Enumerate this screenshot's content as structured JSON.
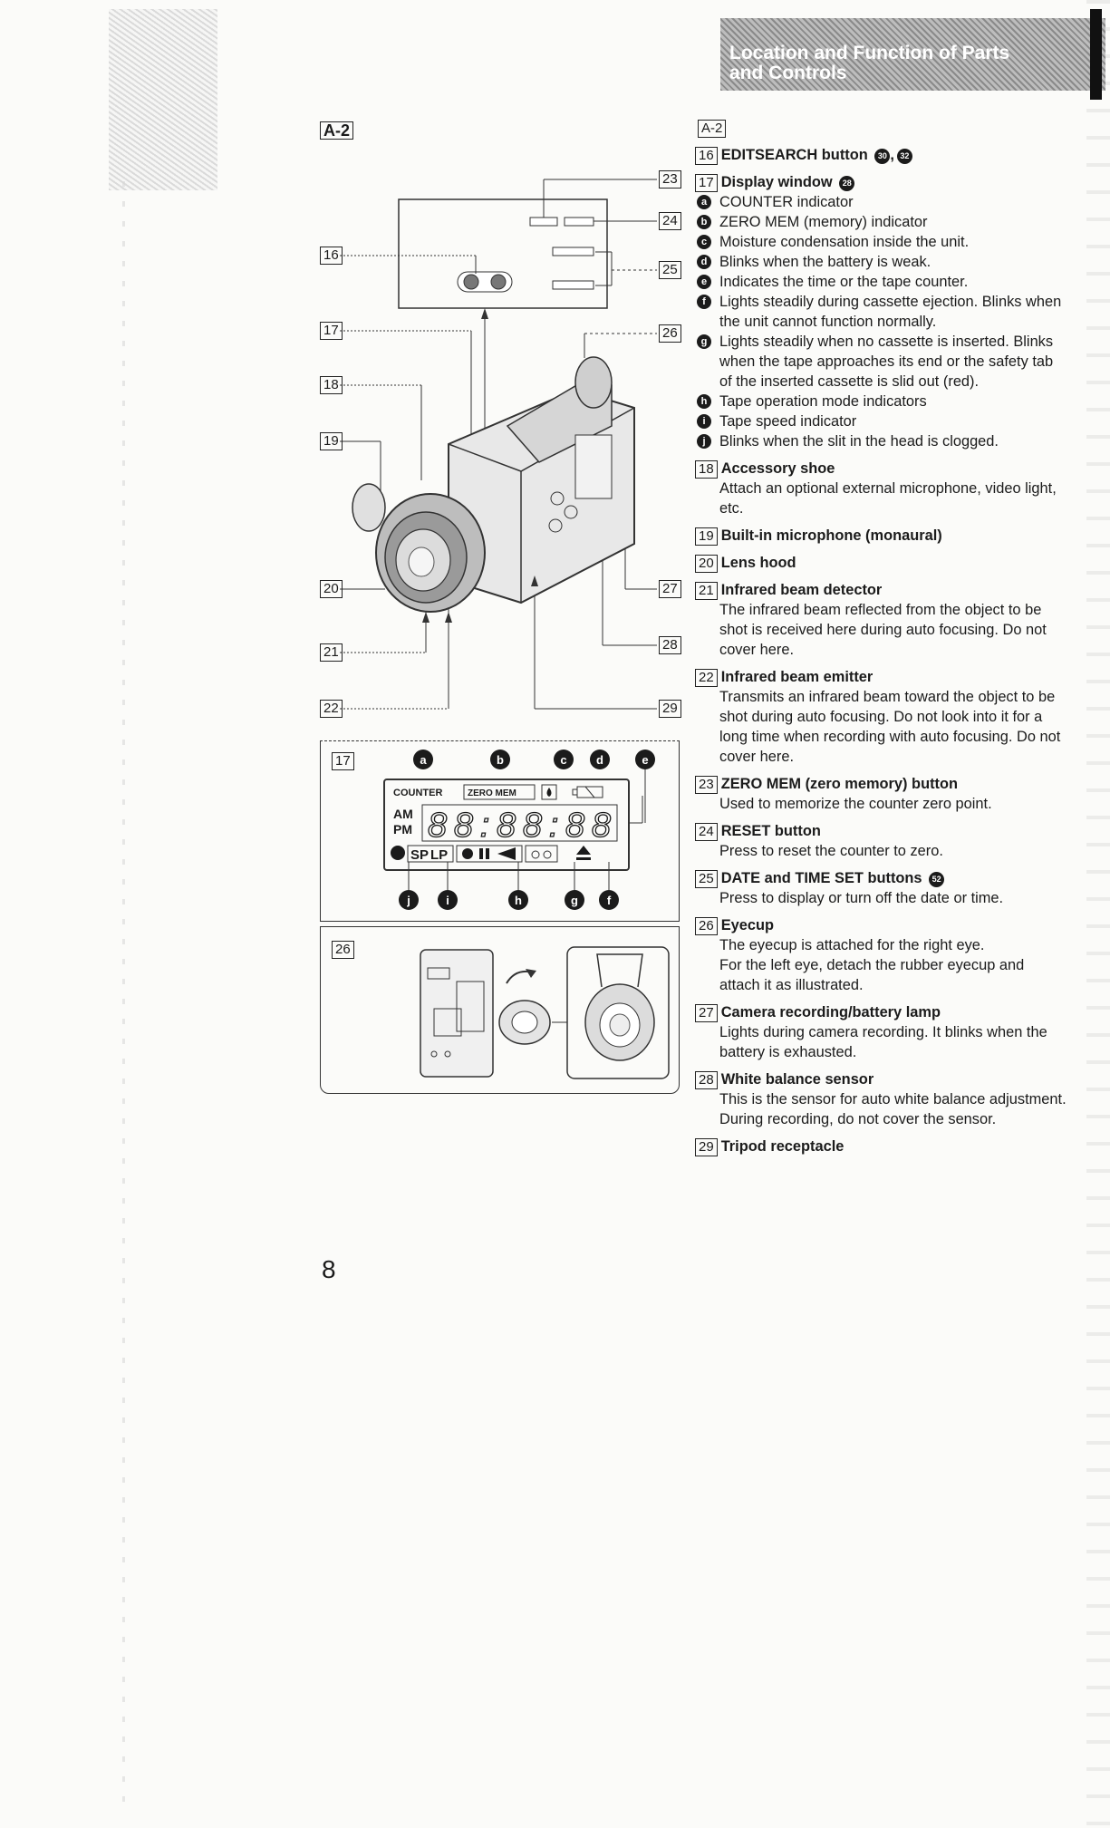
{
  "header": {
    "title": "Location and Function of Parts and Controls"
  },
  "figure": {
    "label": "A-2",
    "callouts_left": [
      "16",
      "17",
      "18",
      "19",
      "20",
      "21",
      "22"
    ],
    "callouts_right": [
      "23",
      "24",
      "25",
      "26",
      "27",
      "28",
      "29"
    ],
    "display_panel": {
      "label": "17",
      "markers_top": [
        "a",
        "b",
        "c",
        "d",
        "e"
      ],
      "markers_bottom": [
        "j",
        "i",
        "h",
        "g",
        "f"
      ],
      "counter_text": "COUNTER",
      "zero_mem_text": "ZERO MEM",
      "am_text": "AM",
      "pm_text": "PM",
      "digits": "88:88:88",
      "sp_text": "SP",
      "lp_text": "LP"
    },
    "eyecup_panel": {
      "label": "26"
    }
  },
  "right_column": {
    "label": "A-2",
    "entries": [
      {
        "num": "16",
        "title": "EDITSEARCH button",
        "refs": [
          "30",
          "32"
        ],
        "lines": []
      },
      {
        "num": "17",
        "title": "Display window",
        "refs": [
          "28"
        ],
        "lines": [],
        "subitems": [
          {
            "mark": "a",
            "text": "COUNTER indicator"
          },
          {
            "mark": "b",
            "text": "ZERO MEM (memory) indicator"
          },
          {
            "mark": "c",
            "text": "Moisture condensation inside the unit."
          },
          {
            "mark": "d",
            "text": "Blinks when the battery is weak."
          },
          {
            "mark": "e",
            "text": "Indicates the time or the tape counter."
          },
          {
            "mark": "f",
            "text": "Lights steadily during cassette ejection. Blinks when the unit cannot function normally."
          },
          {
            "mark": "g",
            "text": "Lights steadily when no cassette is inserted. Blinks when the tape approaches its end or the safety tab of the inserted cassette is slid out (red)."
          },
          {
            "mark": "h",
            "text": "Tape operation mode indicators"
          },
          {
            "mark": "i",
            "text": "Tape speed indicator"
          },
          {
            "mark": "j",
            "text": "Blinks when the slit in the head is clogged."
          }
        ]
      },
      {
        "num": "18",
        "title": "Accessory shoe",
        "refs": [],
        "lines": [
          "Attach an optional external microphone, video light, etc."
        ]
      },
      {
        "num": "19",
        "title": "Built-in microphone (monaural)",
        "refs": [],
        "lines": []
      },
      {
        "num": "20",
        "title": "Lens hood",
        "refs": [],
        "lines": []
      },
      {
        "num": "21",
        "title": "Infrared beam detector",
        "refs": [],
        "lines": [
          "The infrared beam reflected from the object to be shot is received here during auto focusing. Do not cover here."
        ]
      },
      {
        "num": "22",
        "title": "Infrared beam emitter",
        "refs": [],
        "lines": [
          "Transmits an infrared beam toward the object to be shot during auto focusing. Do not look into it for a long time when recording with auto focusing. Do not cover here."
        ]
      },
      {
        "num": "23",
        "title": "ZERO MEM (zero memory) button",
        "refs": [],
        "lines": [
          "Used to memorize the counter zero point."
        ]
      },
      {
        "num": "24",
        "title": "RESET button",
        "refs": [],
        "lines": [
          "Press to reset the counter to zero."
        ]
      },
      {
        "num": "25",
        "title": "DATE and TIME SET buttons",
        "refs": [
          "52"
        ],
        "lines": [
          "Press to display or turn off the date or time."
        ]
      },
      {
        "num": "26",
        "title": "Eyecup",
        "refs": [],
        "lines": [
          "The eyecup is attached for the right eye.",
          "For the left eye, detach the rubber eyecup and attach it as illustrated."
        ]
      },
      {
        "num": "27",
        "title": "Camera recording/battery lamp",
        "refs": [],
        "lines": [
          "Lights during camera recording. It blinks when the battery is exhausted."
        ]
      },
      {
        "num": "28",
        "title": "White balance sensor",
        "refs": [],
        "lines": [
          "This is the sensor for auto white balance adjustment.",
          "During recording, do not cover the sensor."
        ]
      },
      {
        "num": "29",
        "title": "Tripod receptacle",
        "refs": [],
        "lines": []
      }
    ]
  },
  "footer": {
    "page_number": "8"
  }
}
